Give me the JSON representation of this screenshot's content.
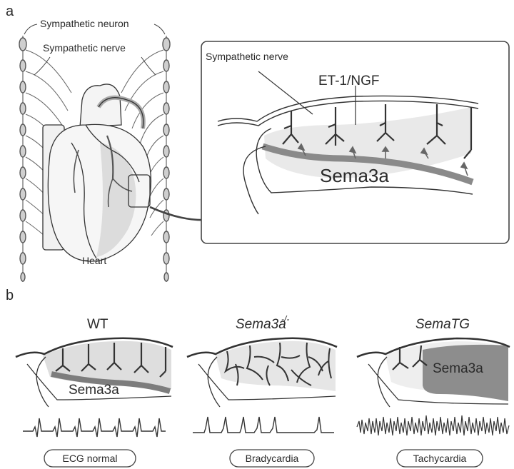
{
  "panel_a": {
    "letter": "a",
    "labels": {
      "sympathetic_neuron": "Sympathetic neuron",
      "sympathetic_nerve": "Sympathetic nerve",
      "heart": "Heart"
    },
    "inset": {
      "nerve_label": "Sympathetic nerve",
      "factor_label": "ET-1/NGF",
      "sema_label": "Sema3a"
    }
  },
  "panel_b": {
    "letter": "b",
    "conditions": [
      {
        "title": "WT",
        "title_sup": "",
        "inner_label": "Sema3a",
        "ecg_label": "ECG normal"
      },
      {
        "title": "Sema3a",
        "title_sup": "-/-",
        "inner_label": "",
        "ecg_label": "Bradycardia"
      },
      {
        "title": "SemaTG",
        "title_sup": "",
        "inner_label": "Sema3a",
        "ecg_label": "Tachycardia"
      }
    ]
  },
  "colors": {
    "ink": "#2a2a2a",
    "shade_light": "#e3e3e3",
    "shade_mid": "#bdbdbd",
    "shade_dark": "#7a7a7a"
  }
}
